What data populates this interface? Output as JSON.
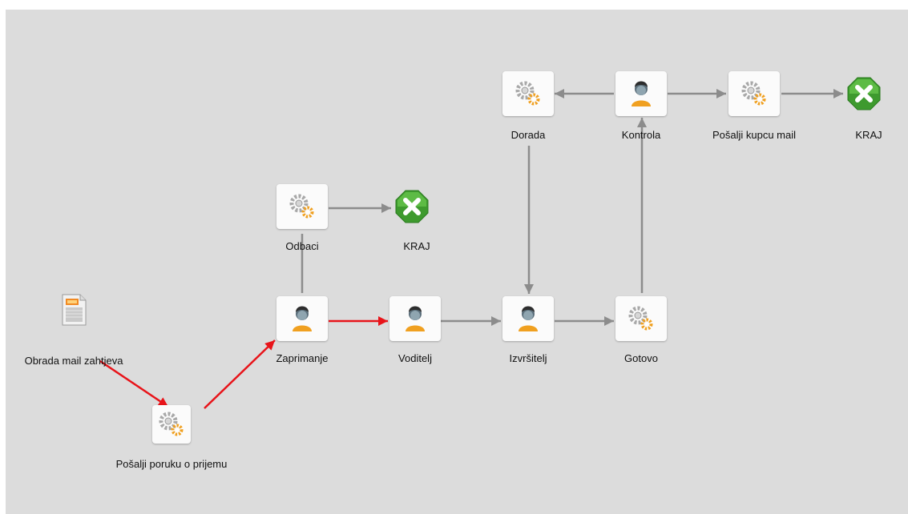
{
  "nodes": {
    "start": {
      "label": "Obrada mail zahtjeva",
      "icon": "document-icon"
    },
    "send_receipt": {
      "label": "Pošalji poruku o prijemu",
      "icon": "gears-icon"
    },
    "intake": {
      "label": "Zaprimanje",
      "icon": "user-icon"
    },
    "reject": {
      "label": "Odbaci",
      "icon": "gears-icon"
    },
    "end_reject": {
      "label": "KRAJ",
      "icon": "end-x-icon"
    },
    "lead": {
      "label": "Voditelj",
      "icon": "user-icon"
    },
    "executor": {
      "label": "Izvršitelj",
      "icon": "user-icon"
    },
    "done": {
      "label": "Gotovo",
      "icon": "gears-icon"
    },
    "rework": {
      "label": "Dorada",
      "icon": "gears-icon"
    },
    "control": {
      "label": "Kontrola",
      "icon": "user-icon"
    },
    "mail_customer": {
      "label": "Pošalji kupcu mail",
      "icon": "gears-icon"
    },
    "end_main": {
      "label": "KRAJ",
      "icon": "end-x-icon"
    }
  },
  "edges": [
    {
      "from": "start",
      "to": "send_receipt",
      "active": true
    },
    {
      "from": "send_receipt",
      "to": "intake",
      "active": true
    },
    {
      "from": "intake",
      "to": "lead",
      "active": true
    },
    {
      "from": "intake",
      "to": "reject",
      "active": false
    },
    {
      "from": "reject",
      "to": "end_reject",
      "active": false
    },
    {
      "from": "lead",
      "to": "executor",
      "active": false
    },
    {
      "from": "executor",
      "to": "done",
      "active": false
    },
    {
      "from": "done",
      "to": "control",
      "active": false
    },
    {
      "from": "control",
      "to": "rework",
      "active": false
    },
    {
      "from": "control",
      "to": "mail_customer",
      "active": false
    },
    {
      "from": "mail_customer",
      "to": "end_main",
      "active": false
    },
    {
      "from": "rework",
      "to": "executor",
      "active": false
    }
  ],
  "colors": {
    "active_edge": "#e8141a",
    "inactive_edge": "#8c8c8c",
    "canvas": "#dcdcdc"
  }
}
